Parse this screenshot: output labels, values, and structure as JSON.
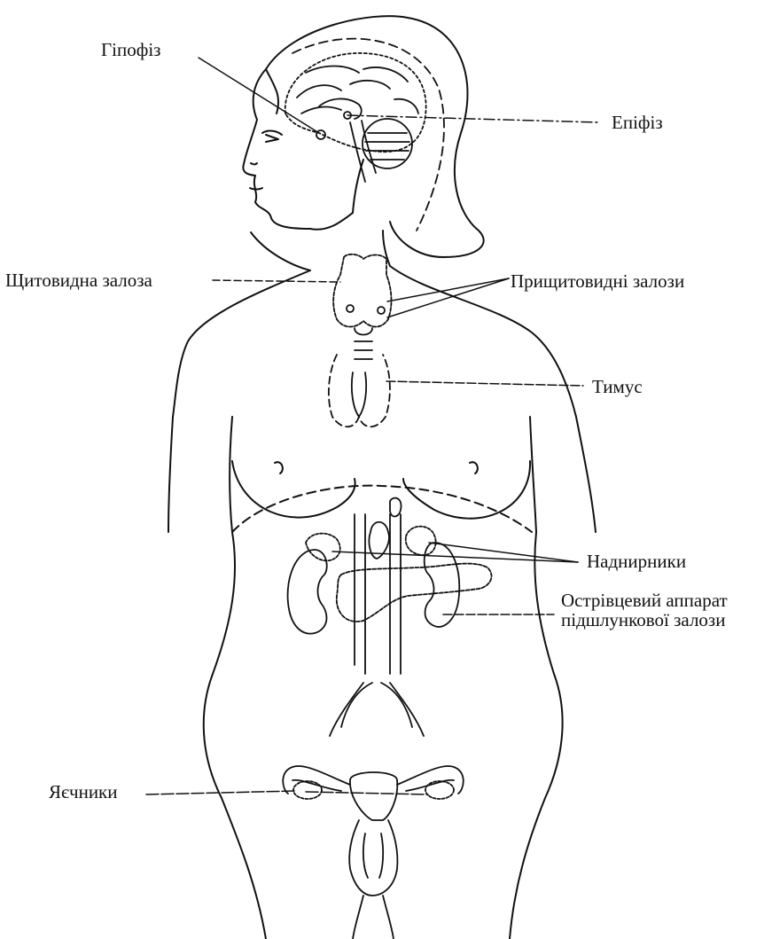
{
  "diagram": {
    "labels": {
      "hypophysis": "Гіпофіз",
      "epiphysis": "Епіфіз",
      "thyroid": "Щитовидна залоза",
      "parathyroid": "Прищитовидні залози",
      "thymus": "Тимус",
      "adrenals": "Наднирники",
      "pancreas_line1": "Острівцевий аппарат",
      "pancreas_line2": "підшлункової залози",
      "ovaries": "Яєчники"
    },
    "colors": {
      "ink": "#111111",
      "background": "#ffffff"
    }
  }
}
